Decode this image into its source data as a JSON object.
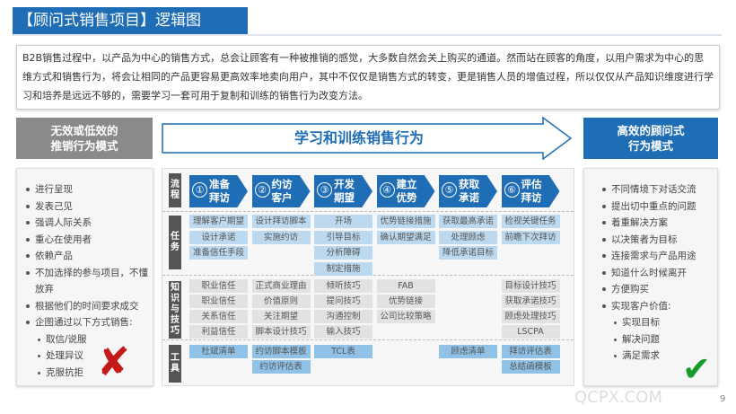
{
  "title": "【顾问式销售项目】逻辑图",
  "intro": "B2B销售过程中，以产品为中心的销售方式，总会让顾客有一种被推销的感觉，大多数自然会关上购买的通道。然而站在顾客的角度，以用户需求为中心的思维方式和销售行为，将会让相同的产品更容易更高效率地卖向用户，其中不仅仅是销售方式的转变，更是销售人员的增值过程，所以仅仅从产品知识维度进行学习和培养是远远不够的，需要学习一套可用于复制和训练的销售行为改变方法。",
  "left_head": [
    "无效或低效的",
    "推销行为模式"
  ],
  "arrow_label": "学习和训练销售行为",
  "right_head": [
    "高效的顾问式",
    "行为模式"
  ],
  "left_list": [
    {
      "t": "进行呈现",
      "lvl": 1
    },
    {
      "t": "发表己见",
      "lvl": 1
    },
    {
      "t": "强调人际关系",
      "lvl": 1
    },
    {
      "t": "重心在使用者",
      "lvl": 1
    },
    {
      "t": "依赖产品",
      "lvl": 1
    },
    {
      "t": "不加选择的参与项目，不懂放弃",
      "lvl": 1
    },
    {
      "t": "根据他们的时间要求成交",
      "lvl": 1
    },
    {
      "t": "企图通过以下方式销售:",
      "lvl": 1
    },
    {
      "t": "取信/说服",
      "lvl": 2
    },
    {
      "t": "处理异议",
      "lvl": 2
    },
    {
      "t": "克服抗拒",
      "lvl": 2
    }
  ],
  "right_list": [
    {
      "t": "不同情境下对话交流",
      "lvl": 1
    },
    {
      "t": "提出切中重点的问题",
      "lvl": 1
    },
    {
      "t": "着重解决方案",
      "lvl": 1
    },
    {
      "t": "以决策者为目标",
      "lvl": 1
    },
    {
      "t": "连接需求与产品用途",
      "lvl": 1
    },
    {
      "t": "知道什么时候离开",
      "lvl": 1
    },
    {
      "t": "方便购买",
      "lvl": 1
    },
    {
      "t": "实现客户价值:",
      "lvl": 1
    },
    {
      "t": "实现目标",
      "lvl": 2
    },
    {
      "t": "解决问题",
      "lvl": 2
    },
    {
      "t": "满足需求",
      "lvl": 2
    }
  ],
  "row_labels": {
    "flow": "流程",
    "tasks": "任务",
    "knowledge": "知识与技巧",
    "tools": "工具"
  },
  "steps": [
    {
      "n": "①",
      "t": "准备拜访",
      "tasks": [
        "理解客户期望",
        "设计承诺",
        "准备信任手段"
      ],
      "knowledge": [
        "职业信任",
        "职业信任",
        "关系信任",
        "利益信任"
      ],
      "tools": [
        "杜斌清单"
      ]
    },
    {
      "n": "②",
      "t": "约访客户",
      "tasks": [
        "设计拜访脚本",
        "实施约访"
      ],
      "knowledge": [
        "正式商业理由",
        "价值原则",
        "关注期望",
        "脚本设计技巧"
      ],
      "tools": [
        "约访脚本模板",
        "约访评估表"
      ]
    },
    {
      "n": "③",
      "t": "开发期望",
      "tasks": [
        "开场",
        "引导目标",
        "分析障碍",
        "制定措施"
      ],
      "knowledge": [
        "倾听技巧",
        "提问技巧",
        "沟通控制",
        "输入技巧"
      ],
      "tools": [
        "TCL表"
      ]
    },
    {
      "n": "④",
      "t": "建立优势",
      "tasks": [
        "优势链接措施",
        "确认期望满足"
      ],
      "knowledge": [
        "FAB",
        "优势链接",
        "公司比较策略"
      ],
      "tools": []
    },
    {
      "n": "⑤",
      "t": "获取承诺",
      "tasks": [
        "获取最高承诺",
        "处理顾虑",
        "降低承诺目标"
      ],
      "knowledge": [],
      "tools": [
        "顾虑清单"
      ]
    },
    {
      "n": "⑥",
      "t": "评估拜访",
      "tasks": [
        "检视关键任务",
        "前瞻下次拜访"
      ],
      "knowledge": [
        "目标设计技巧",
        "获取承诺技巧",
        "顾虑处理技巧",
        "LSCPA"
      ],
      "tools": [
        "拜访评估表",
        "总结函模板"
      ]
    }
  ],
  "watermark": "QCPX.COM",
  "page_number": "9",
  "colors": {
    "brand": "#1f6db4",
    "gray_head": "#8a8a8a",
    "cross": "#c41a1a",
    "check": "#1a9a2a"
  }
}
